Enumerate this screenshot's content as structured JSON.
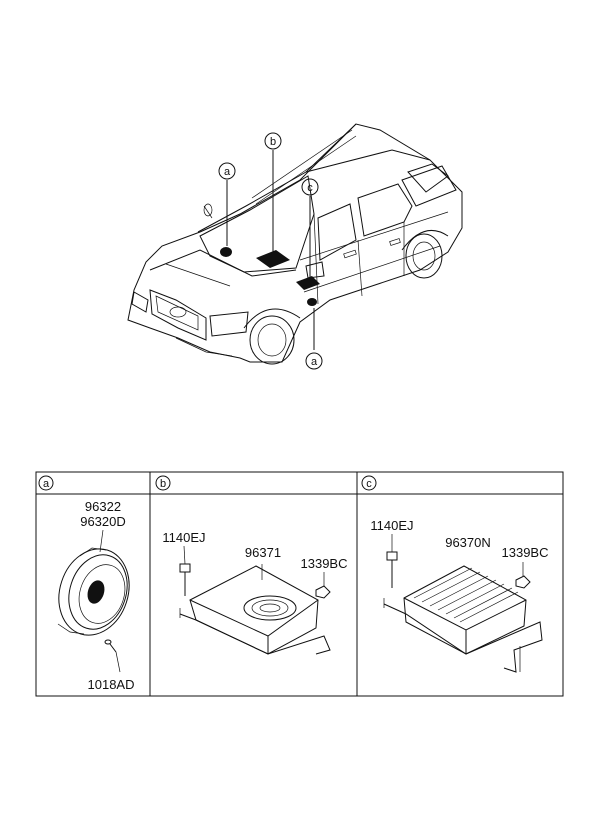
{
  "vehicle_callouts": {
    "a_upper": "a",
    "b": "b",
    "c": "c",
    "a_lower": "a"
  },
  "panels": {
    "a": {
      "letter": "a",
      "parts": [
        "96322",
        "96320D",
        "1018AD"
      ]
    },
    "b": {
      "letter": "b",
      "parts": [
        "1140EJ",
        "96371",
        "1339BC"
      ]
    },
    "c": {
      "letter": "c",
      "parts": [
        "1140EJ",
        "96370N",
        "1339BC"
      ]
    }
  }
}
